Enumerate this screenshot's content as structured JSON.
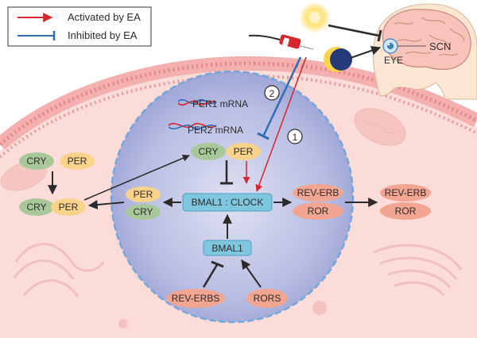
{
  "legend": {
    "activated": "Activated by EA",
    "inhibited": "Inhibited by EA"
  },
  "labels": {
    "per1_mrna": "PER1 mRNA",
    "per2_mrna": "PER2 mRNA",
    "cry": "CRY",
    "per": "PER",
    "bmal1_clock": "BMAL1 : CLOCK",
    "bmal1": "BMAL1",
    "rev_erb": "REV-ERB",
    "ror": "ROR",
    "rev_erbs": "REV-ERBS",
    "rors": "RORS",
    "eye": "EYE",
    "scn": "SCN",
    "pathway_1": "①",
    "pathway_2": "②"
  },
  "colors": {
    "activated": "#d6262e",
    "inhibited": "#2f6db5",
    "cry_fill": "#a8c89a",
    "per_fill": "#f9d38a",
    "salmon_fill": "#f2a591",
    "bmal_fill": "#7fc6df",
    "nucleus": "#9ea5d6",
    "cytoplasm": "#f9d5d2",
    "cell_membrane": "#f0a4a4"
  }
}
